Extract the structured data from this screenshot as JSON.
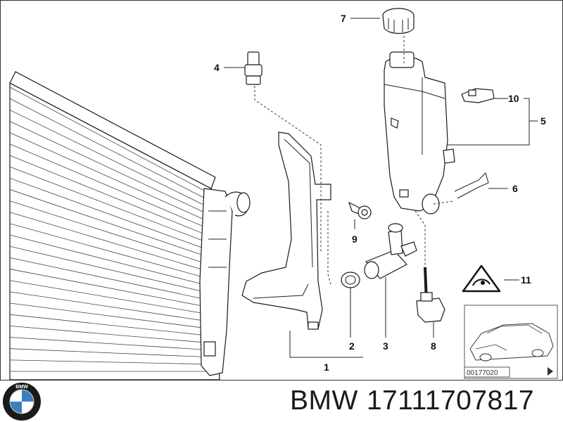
{
  "callouts": {
    "c1": "1",
    "c2": "2",
    "c3": "3",
    "c4": "4",
    "c5": "5",
    "c6": "6",
    "c7": "7",
    "c8": "8",
    "c9": "9",
    "c10": "10",
    "c11": "11"
  },
  "inset_code": "00177020",
  "footer": {
    "brand": "BMW",
    "part_number": "17111707817"
  },
  "logo": {
    "text": "BMW",
    "icon": "bmw-roundel-icon"
  },
  "colors": {
    "line": "#1a1a1a",
    "background": "#ffffff",
    "logo_blue": "#3a7fc1"
  }
}
